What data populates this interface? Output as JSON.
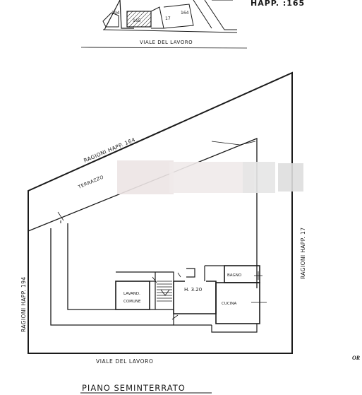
{
  "top_inset": {
    "header_label": "HAPP. :165",
    "unit_numbers": [
      "194",
      "165",
      "17",
      "164"
    ],
    "street_label": "VIALE DEL LAVORO"
  },
  "plan": {
    "boundary_top": "RAGIONI HAPP. 164",
    "terrace_label": "TERRAZZO",
    "boundary_right": "RAGIONI HAPP. 17",
    "boundary_left": "RAGIONI HAPP. 194",
    "laundry_label_line1": "LAVAND.",
    "laundry_label_line2": "COMUNE",
    "height_label": "H. 3.20",
    "bathroom_label": "BAGNO",
    "kitchen_label": "CUCINA",
    "street_label": "VIALE DEL LAVORO"
  },
  "side_note": "OR",
  "caption": "PIANO SEMINTERRATO"
}
